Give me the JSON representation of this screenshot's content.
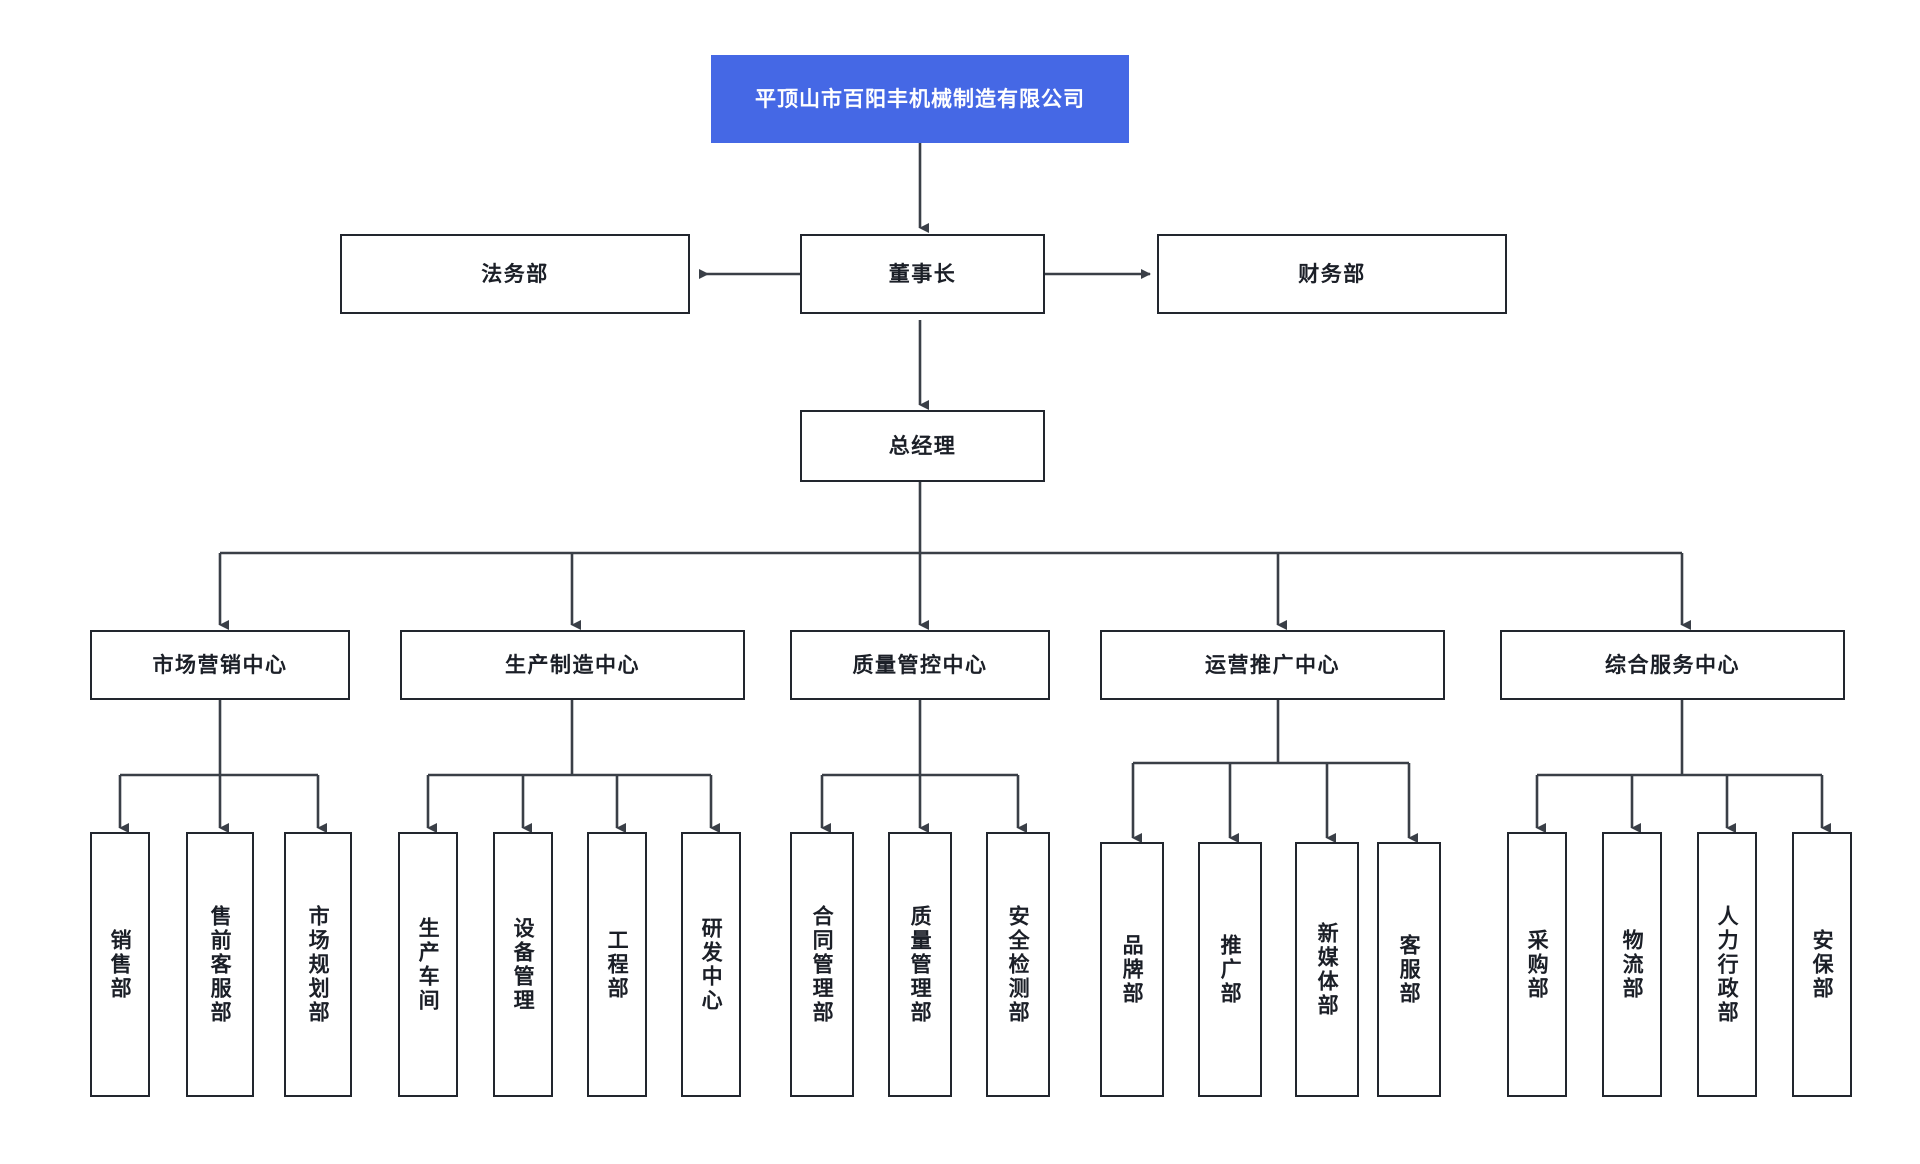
{
  "diagram": {
    "type": "organization-chart",
    "orientation": "top-down",
    "background_color": "#ffffff",
    "accent_color": "#4568e5",
    "border_color": "#22262e",
    "text_color": "#1b1f27"
  },
  "company": {
    "name": "平顶山市百阳丰机械制造有限公司"
  },
  "executives": {
    "chairman": "董事长",
    "general_manager": "总经理",
    "legal": "法务部",
    "finance": "财务部"
  },
  "centers": [
    {
      "name": "市场营销中心",
      "departments": [
        "销售部",
        "售前客服部",
        "市场规划部"
      ]
    },
    {
      "name": "生产制造中心",
      "departments": [
        "生产车间",
        "设备管理",
        "工程部",
        "研发中心"
      ]
    },
    {
      "name": "质量管控中心",
      "departments": [
        "合同管理部",
        "质量管理部",
        "安全检测部"
      ]
    },
    {
      "name": "运营推广中心",
      "departments": [
        "品牌部",
        "推广部",
        "新媒体部",
        "客服部"
      ]
    },
    {
      "name": "综合服务中心",
      "departments": [
        "采购部",
        "物流部",
        "人力行政部",
        "安保部"
      ]
    }
  ]
}
